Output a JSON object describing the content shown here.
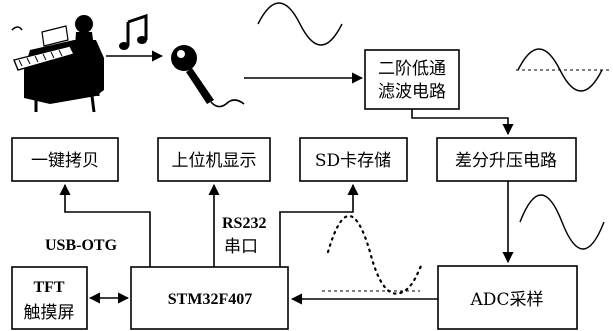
{
  "blocks": {
    "filter_line1": "二阶低通",
    "filter_line2": "滤波电路",
    "diff_boost": "差分升压电路",
    "copy": "一键拷贝",
    "pc_display": "上位机显示",
    "sd_storage": "SD卡存储",
    "tft_line1": "TFT",
    "tft_line2": "触摸屏",
    "mcu": "STM32F407",
    "adc": "ADC采样"
  },
  "links": {
    "usb_otg": "USB-OTG",
    "rs232": "RS232",
    "serial": "串口"
  },
  "icons": [
    "piano-player-icon",
    "music-note-icon",
    "microphone-icon",
    "sine-wave-icon",
    "sampled-wave-icon"
  ]
}
